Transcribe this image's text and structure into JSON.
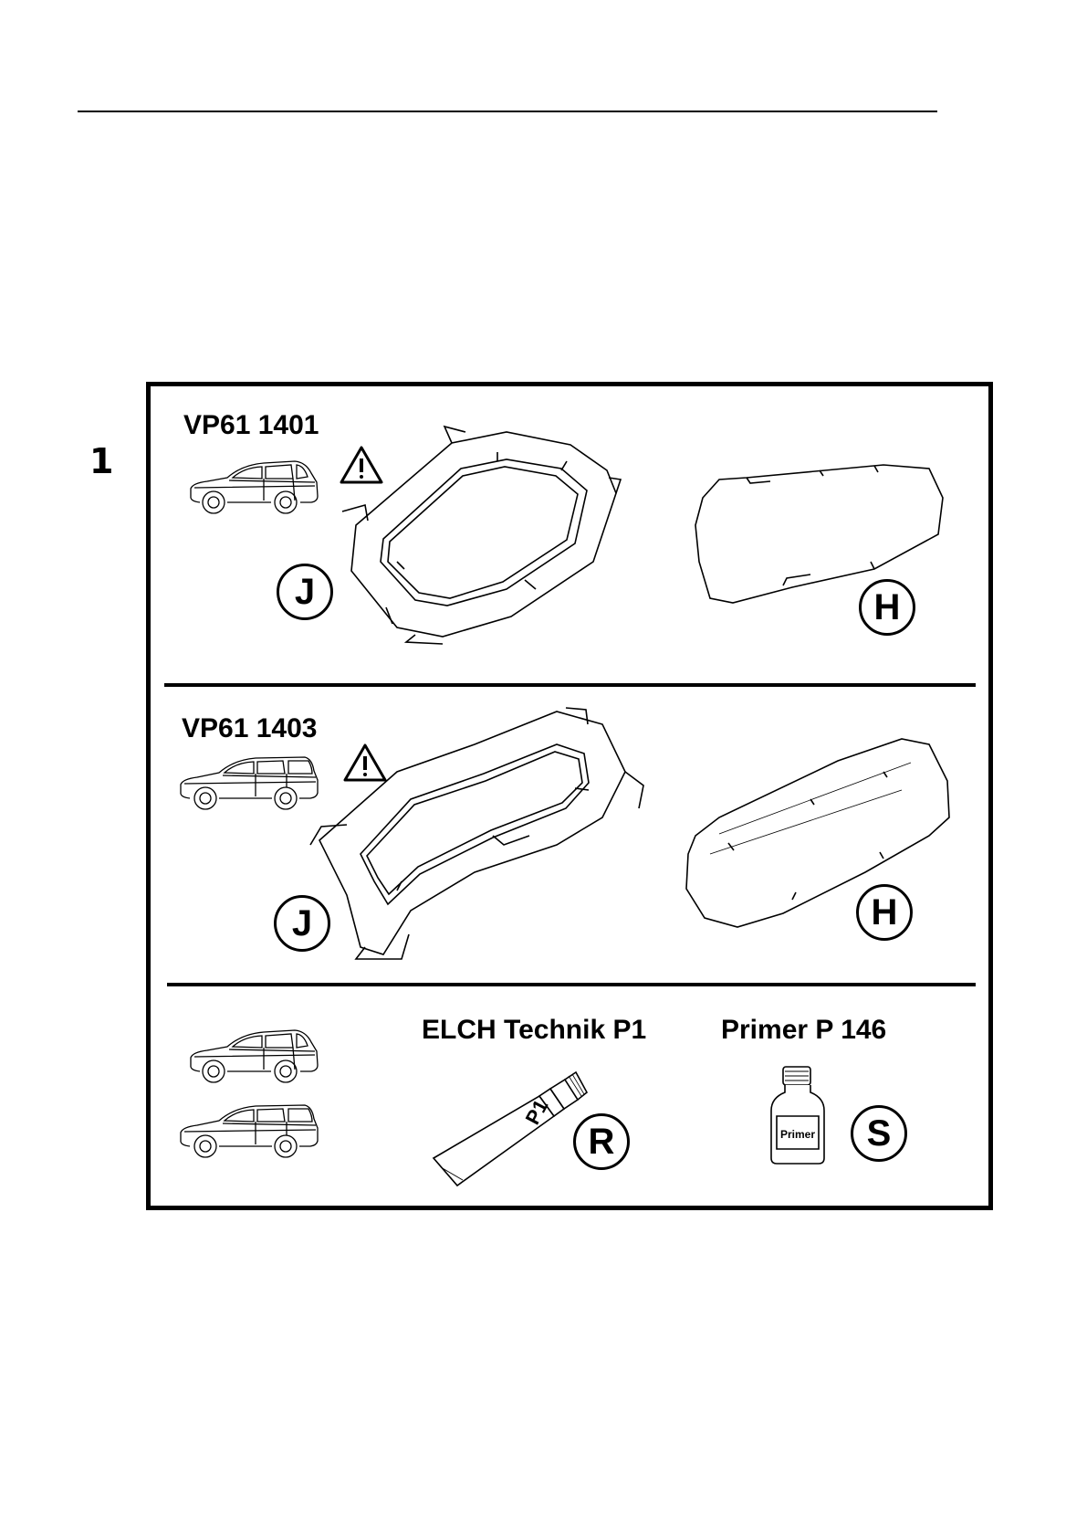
{
  "step_number": "1",
  "sections": [
    {
      "model": "VP61 1401",
      "part_labels": [
        "J",
        "H"
      ],
      "icons": [
        "hatchback-car-icon",
        "warning-triangle-icon"
      ]
    },
    {
      "model": "VP61 1403",
      "part_labels": [
        "J",
        "H"
      ],
      "icons": [
        "estate-car-icon",
        "warning-triangle-icon"
      ]
    }
  ],
  "materials": {
    "icons": [
      "hatchback-car-icon",
      "estate-car-icon",
      "tube-icon",
      "bottle-icon"
    ],
    "items": [
      {
        "name": "ELCH Technik P1",
        "label": "R",
        "tube_text": "P1"
      },
      {
        "name": "Primer P 146",
        "label": "S",
        "bottle_text": "Primer"
      }
    ]
  },
  "colors": {
    "line": "#000000",
    "background": "#ffffff"
  }
}
